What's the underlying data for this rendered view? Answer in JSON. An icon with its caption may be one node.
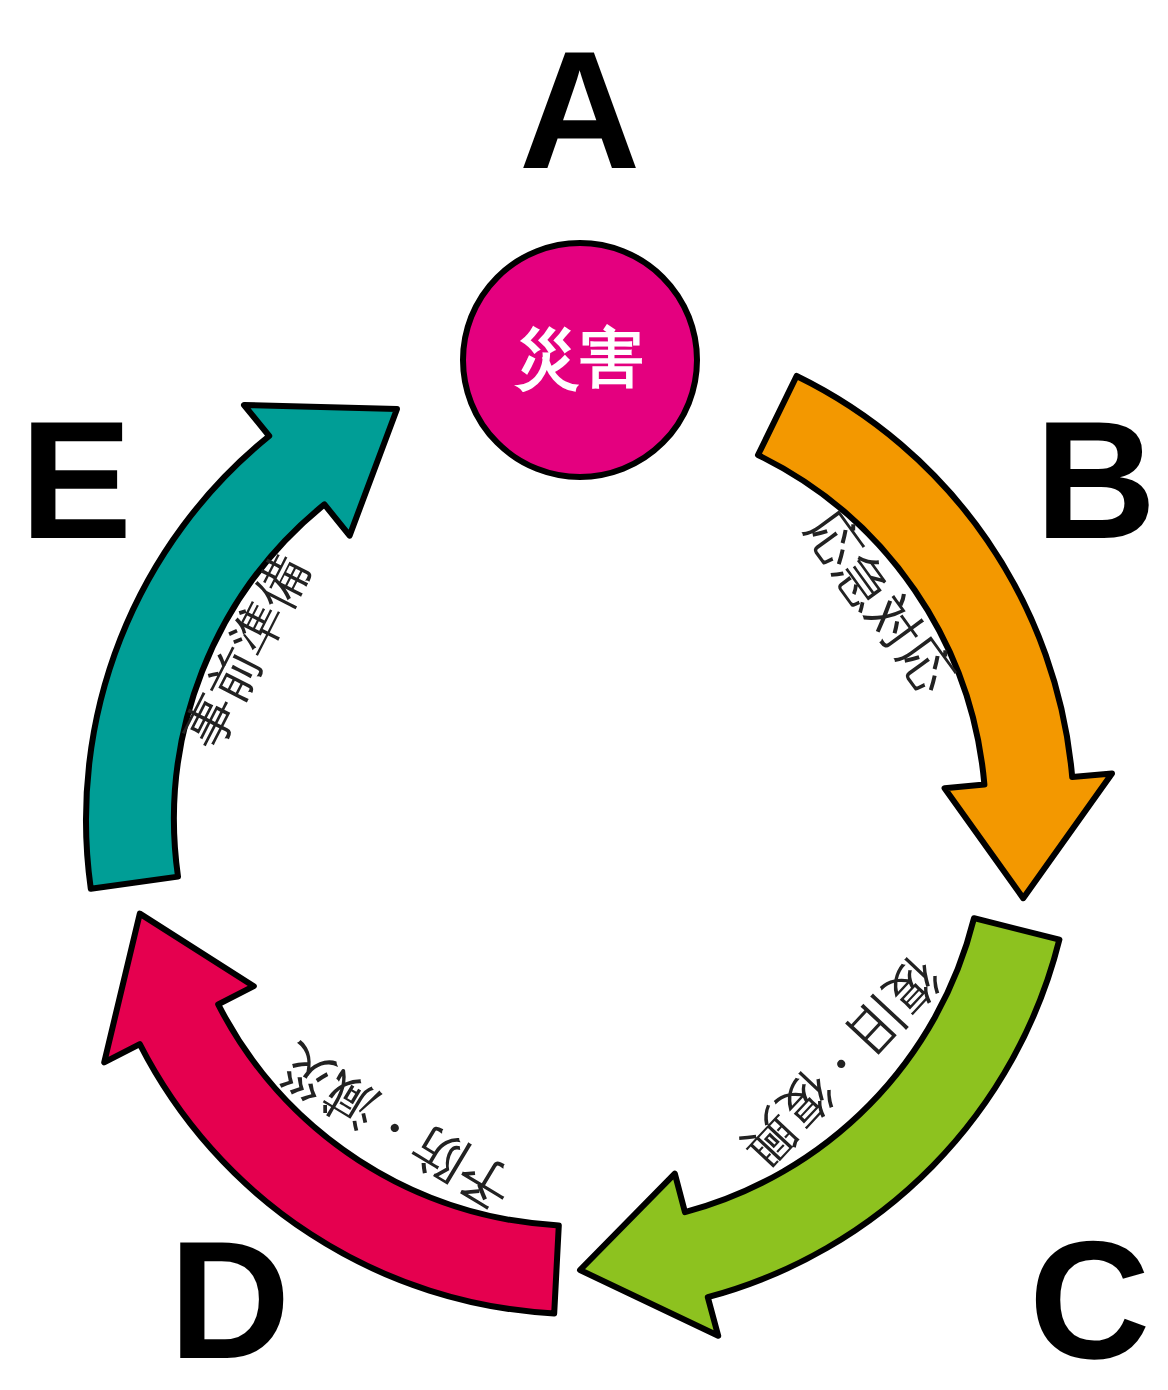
{
  "diagram": {
    "nodes": [
      {
        "text": [
          "災害"
        ],
        "beside": [
          "A"
        ]
      },
      {
        "text": [
          "応急対応"
        ],
        "beside": [
          "B"
        ]
      },
      {
        "text": [
          "復旧・復興"
        ],
        "beside": [
          "C"
        ]
      },
      {
        "text": [
          "予防・減災"
        ],
        "beside": [
          "D"
        ]
      },
      {
        "text": [
          "事前準備"
        ],
        "beside": [
          "E"
        ]
      }
    ],
    "edges": [
      {
        "from": 0,
        "to": 2,
        "arrow": "to",
        "color": "#f39800"
      },
      {
        "from": 1,
        "to": 3,
        "arrow": "to",
        "color": "#8dc21f"
      },
      {
        "from": 2,
        "to": 4,
        "arrow": "to",
        "color": "#e5004f"
      },
      {
        "from": 3,
        "to": 0,
        "arrow": "to",
        "color": "#009e96"
      }
    ]
  }
}
